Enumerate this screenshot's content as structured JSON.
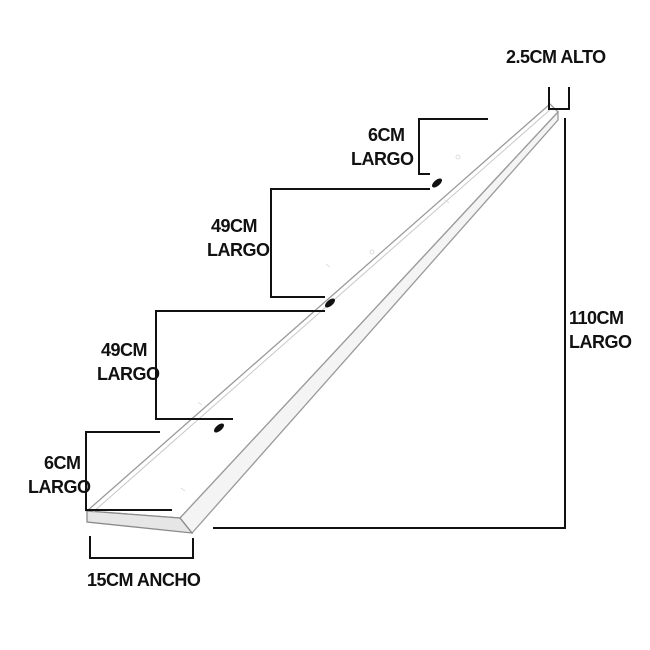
{
  "labels": {
    "height": "2.5CM ALTO",
    "top_segment": [
      "6CM",
      "LARGO"
    ],
    "upper_middle_segment": [
      "49CM",
      "LARGO"
    ],
    "lower_middle_segment": [
      "49CM",
      "LARGO"
    ],
    "bottom_segment": [
      "6CM",
      "LARGO"
    ],
    "total_length": [
      "110CM",
      "LARGO"
    ],
    "width": "15CM ANCHO"
  },
  "colors": {
    "dimension_line": "#111111",
    "board_edge": "#9a9a9a",
    "board_face": "#ffffff",
    "board_side": "#ececec",
    "hole": "#111111"
  }
}
